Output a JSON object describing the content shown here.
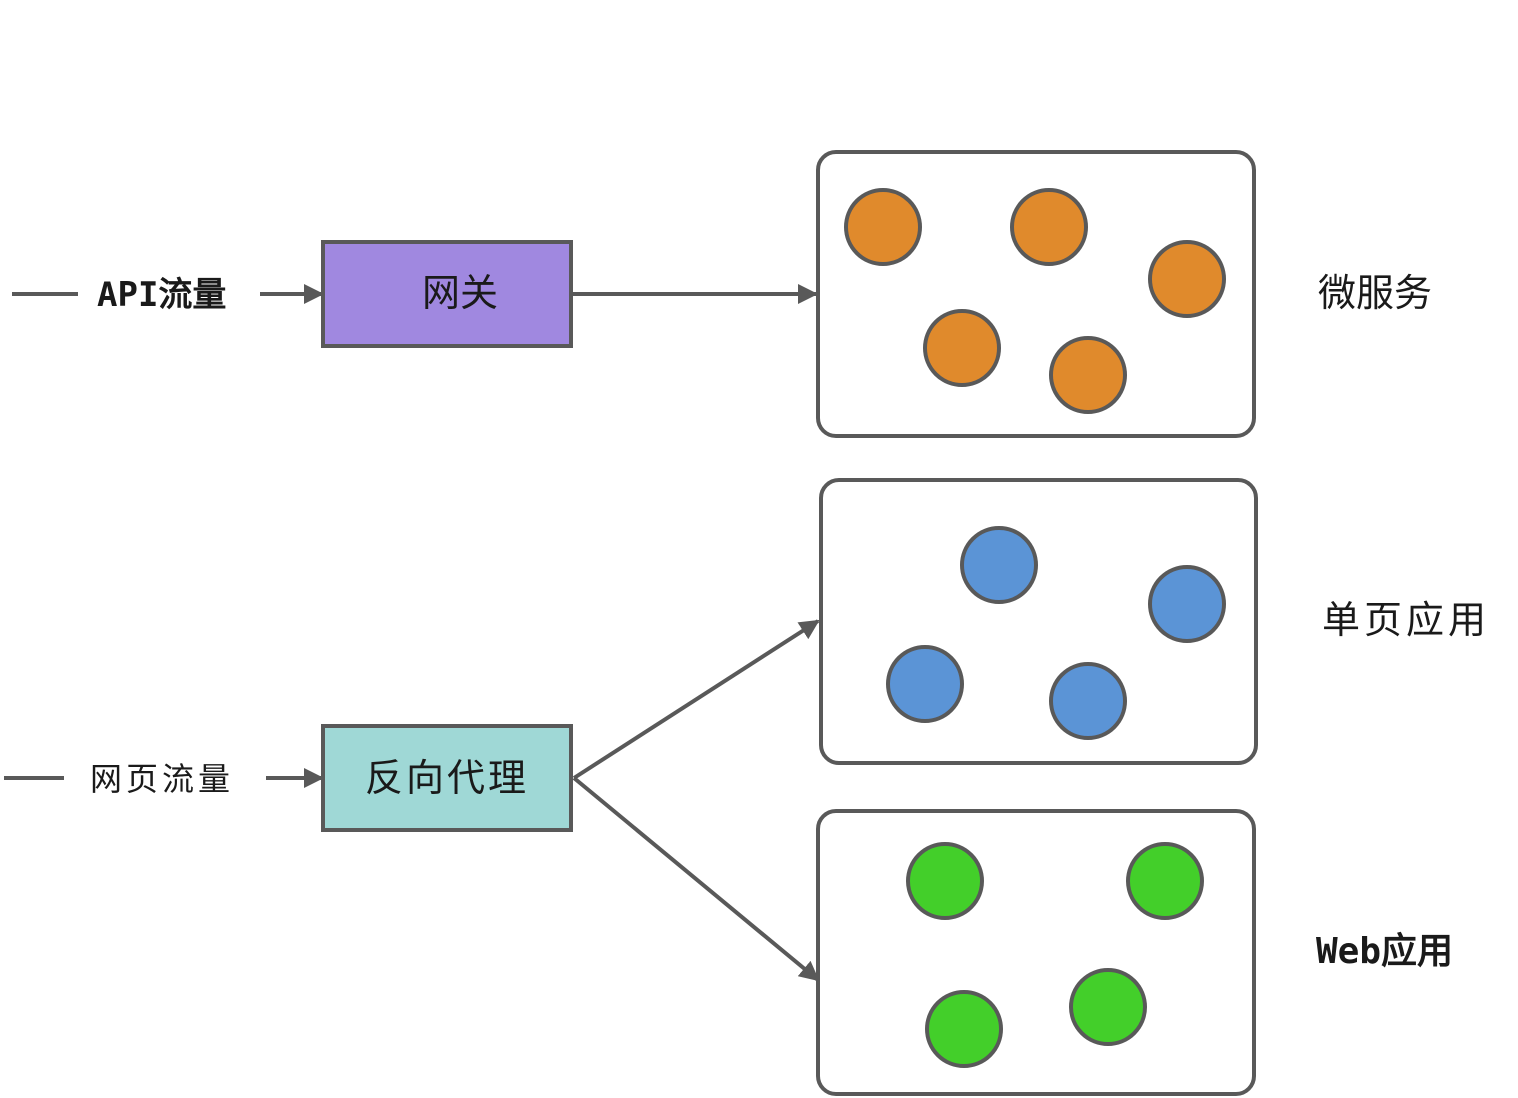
{
  "inputs": {
    "api": "API流量",
    "web": "网页流量"
  },
  "processors": {
    "gateway": {
      "label": "网关",
      "color": "#a088e0"
    },
    "proxy": {
      "label": "反向代理",
      "color": "#9fd8d6"
    }
  },
  "groups": {
    "microservices": {
      "label": "微服务",
      "node_color": "#e08a2c",
      "node_count": 5
    },
    "spa": {
      "label": "单页应用",
      "node_color": "#5b94d6",
      "node_count": 4
    },
    "webapp": {
      "label": "Web应用",
      "node_color": "#43cf2a",
      "node_count": 4
    }
  },
  "colors": {
    "stroke": "#595959",
    "background": "#ffffff"
  }
}
